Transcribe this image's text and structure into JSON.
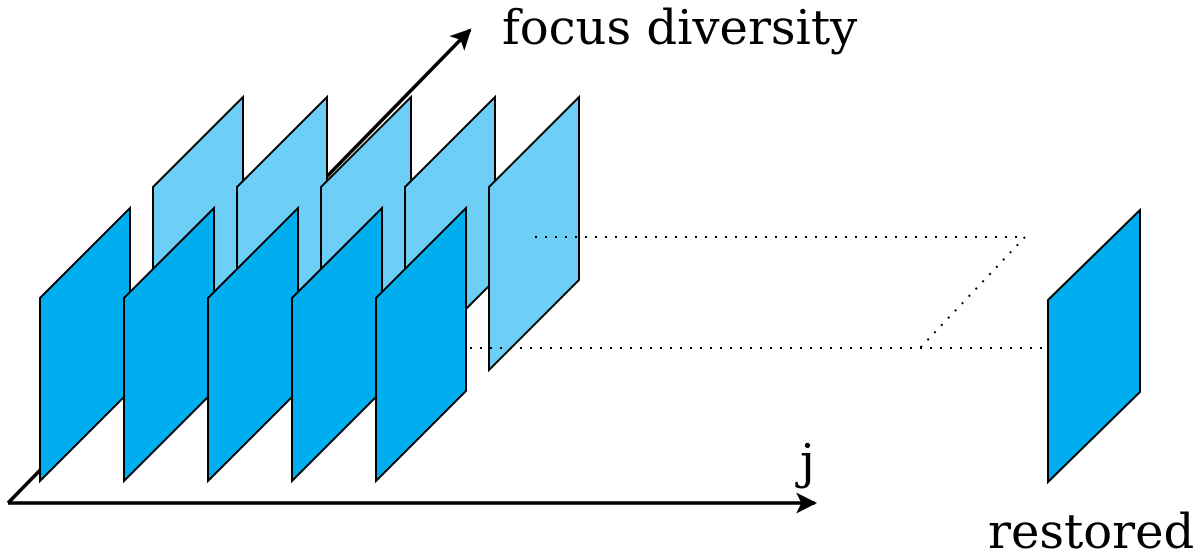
{
  "labels": {
    "depth_axis": "focus diversity",
    "frame_axis": "j",
    "output": "restored"
  },
  "frames": {
    "count_per_row": 5,
    "rows": [
      "back",
      "front"
    ]
  },
  "colors": {
    "front_frame": "#00aeef",
    "back_frame": "#6dcff6",
    "outline": "#000000",
    "restored_frame": "#00aeef"
  }
}
